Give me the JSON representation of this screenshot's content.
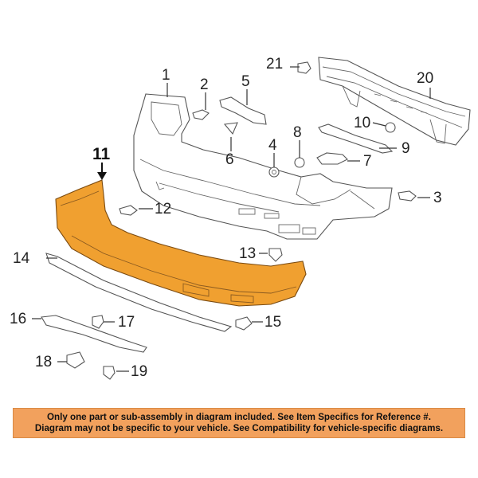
{
  "diagram": {
    "highlight_color": "#f0a030",
    "highlighted_part": "11",
    "callouts": {
      "c1": "1",
      "c2": "2",
      "c3": "3",
      "c4": "4",
      "c5": "5",
      "c6": "6",
      "c7": "7",
      "c8": "8",
      "c9": "9",
      "c10": "10",
      "c11": "11",
      "c12": "12",
      "c13": "13",
      "c14": "14",
      "c15": "15",
      "c16": "16",
      "c17": "17",
      "c18": "18",
      "c19": "19",
      "c20": "20",
      "c21": "21"
    }
  },
  "banner": {
    "line1": "Only one part or sub-assembly in diagram included. See Item Specifics for Reference #.",
    "line2": "Diagram may not be specific to your vehicle. See Compatibility for vehicle-specific diagrams.",
    "background": "#f2a15d"
  }
}
